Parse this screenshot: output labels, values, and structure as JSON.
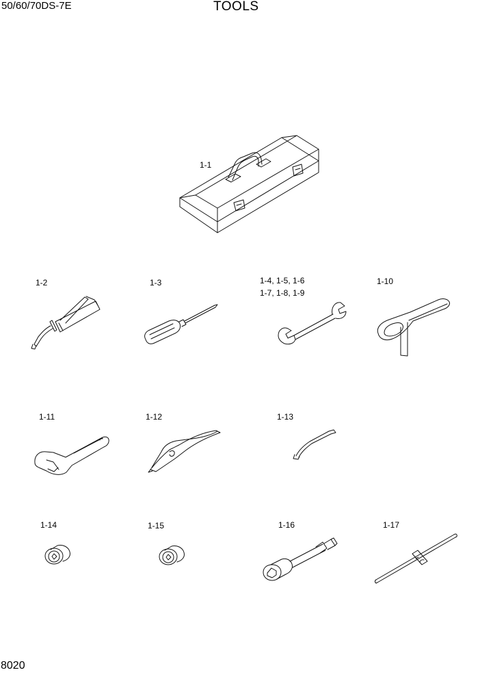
{
  "header": {
    "model": "50/60/70DS-7E",
    "title": "TOOLS"
  },
  "footer": {
    "page_number": "8020"
  },
  "parts": [
    {
      "label": "1-1",
      "name": "tool box"
    },
    {
      "label": "1-2",
      "name": "grease gun"
    },
    {
      "label": "1-3",
      "name": "screwdriver"
    },
    {
      "label": "1-4, 1-5, 1-6",
      "label2": "1-7, 1-8, 1-9",
      "name": "spanner"
    },
    {
      "label": "1-10",
      "name": "filter wrench"
    },
    {
      "label": "1-11",
      "name": "adjustable wrench"
    },
    {
      "label": "1-12",
      "name": "pliers"
    },
    {
      "label": "1-13",
      "name": "nozzle"
    },
    {
      "label": "1-14",
      "name": "socket"
    },
    {
      "label": "1-15",
      "name": "socket"
    },
    {
      "label": "1-16",
      "name": "extension bar socket"
    },
    {
      "label": "1-17",
      "name": "tee handle"
    }
  ]
}
